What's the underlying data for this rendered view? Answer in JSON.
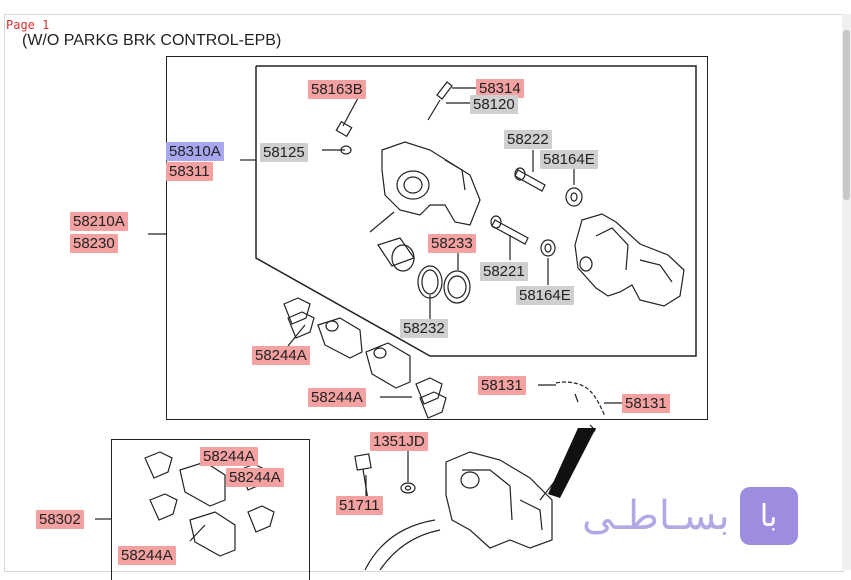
{
  "page_label": "Page 1",
  "subtitle": "(W/O PARKG BRK CONTROL-EPB)",
  "parts": {
    "p58163B": "58163B",
    "p58314": "58314",
    "p58120": "58120",
    "p58310A": "58310A",
    "p58311": "58311",
    "p58125": "58125",
    "p58222": "58222",
    "p58164E_a": "58164E",
    "p58210A": "58210A",
    "p58230": "58230",
    "p58233": "58233",
    "p58221": "58221",
    "p58164E_b": "58164E",
    "p58232": "58232",
    "p58244A_a": "58244A",
    "p58244A_b": "58244A",
    "p58131_a": "58131",
    "p58131_b": "58131",
    "p1351JD": "1351JD",
    "p51711": "51711",
    "p58302": "58302",
    "p58244A_c": "58244A",
    "p58244A_d": "58244A",
    "p58244A_e": "58244A"
  },
  "logo": {
    "text": "بسـاطـی",
    "badge": "با"
  },
  "colors": {
    "highlight_red": "#f4a1a1",
    "highlight_grey": "#cfcfcf",
    "highlight_blue": "#a8a8f0",
    "logo": "#9d8ce0"
  }
}
